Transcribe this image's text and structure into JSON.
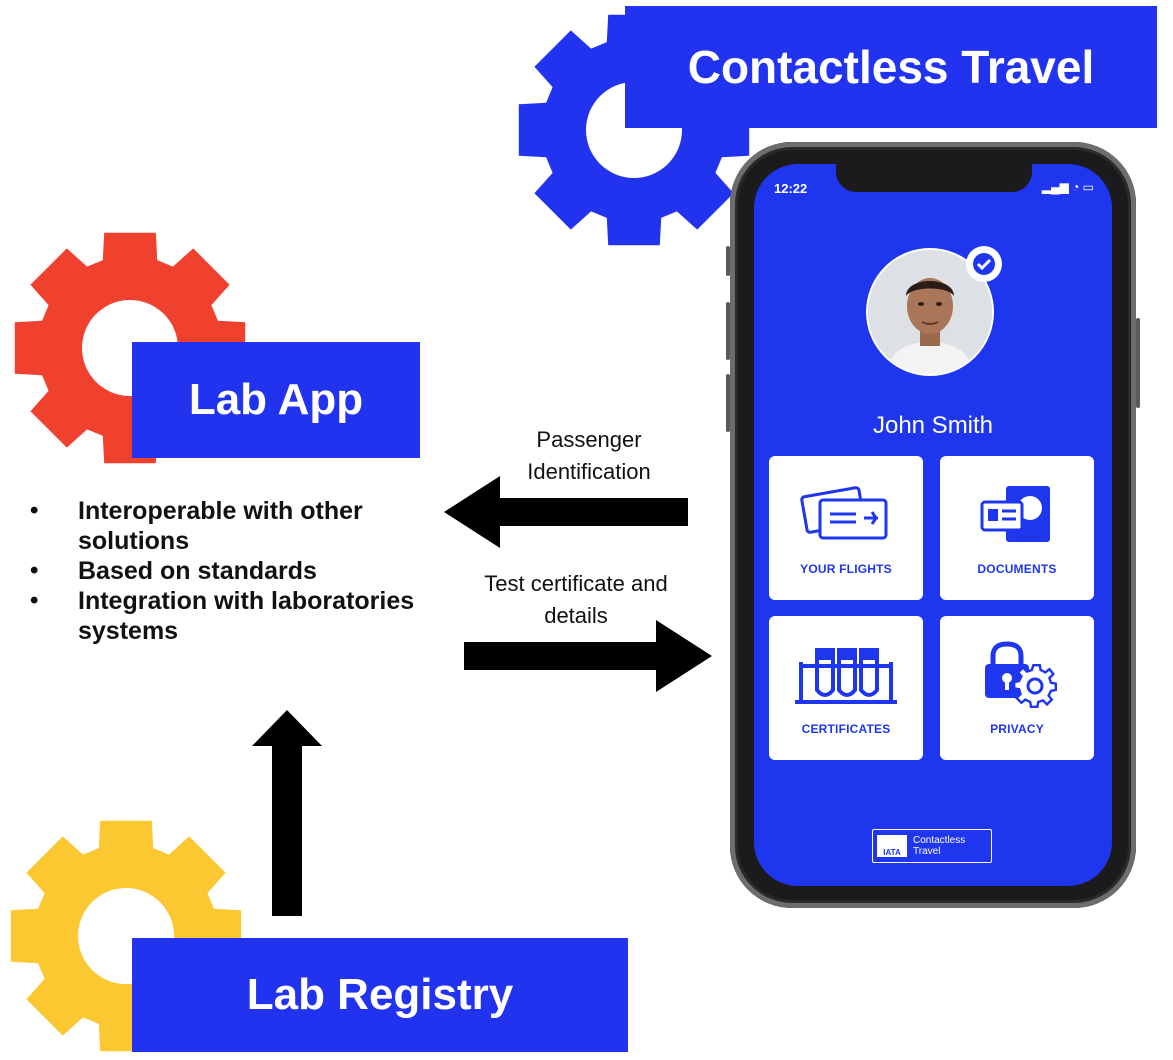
{
  "gears": {
    "contactless": {
      "color": "#2233f0"
    },
    "lab_app": {
      "color": "#f0412f"
    },
    "lab_registry": {
      "color": "#fcc832"
    }
  },
  "labels": {
    "contactless_travel": "Contactless Travel",
    "lab_app": "Lab App",
    "lab_registry": "Lab Registry"
  },
  "features": [
    "Interoperable with other solutions",
    "Based on standards",
    "Integration with laboratories systems"
  ],
  "flows": {
    "passenger_identification": "Passenger Identification",
    "test_certificate": "Test certificate and details"
  },
  "phone": {
    "status_time": "12:22",
    "status_icons": "▂▄▆ ◔ ▭",
    "user_name": "John Smith",
    "tiles": {
      "flights": "YOUR FLIGHTS",
      "documents": "DOCUMENTS",
      "certificates": "CERTIFICATES",
      "privacy": "PRIVACY"
    },
    "brand_logo": "IATA",
    "brand_line1": "Contactless",
    "brand_line2": "Travel"
  },
  "colors": {
    "brand_blue": "#2233f0",
    "screen_blue": "#1f36ef"
  }
}
